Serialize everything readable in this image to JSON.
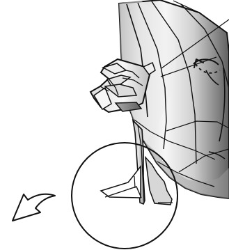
{
  "diagram": {
    "figure_name": "origami-fold-step",
    "elements": [
      "origami-figure",
      "head-section",
      "body-section",
      "fold-guide-arrow",
      "detail-circle",
      "outward-arrow"
    ],
    "colors": {
      "stroke": "#111111",
      "paper_light": "#f2f2f2",
      "paper_mid": "#d8d8d8",
      "paper_dark": "#9a9a9a",
      "paper_shadow": "#6f6f6f"
    }
  }
}
